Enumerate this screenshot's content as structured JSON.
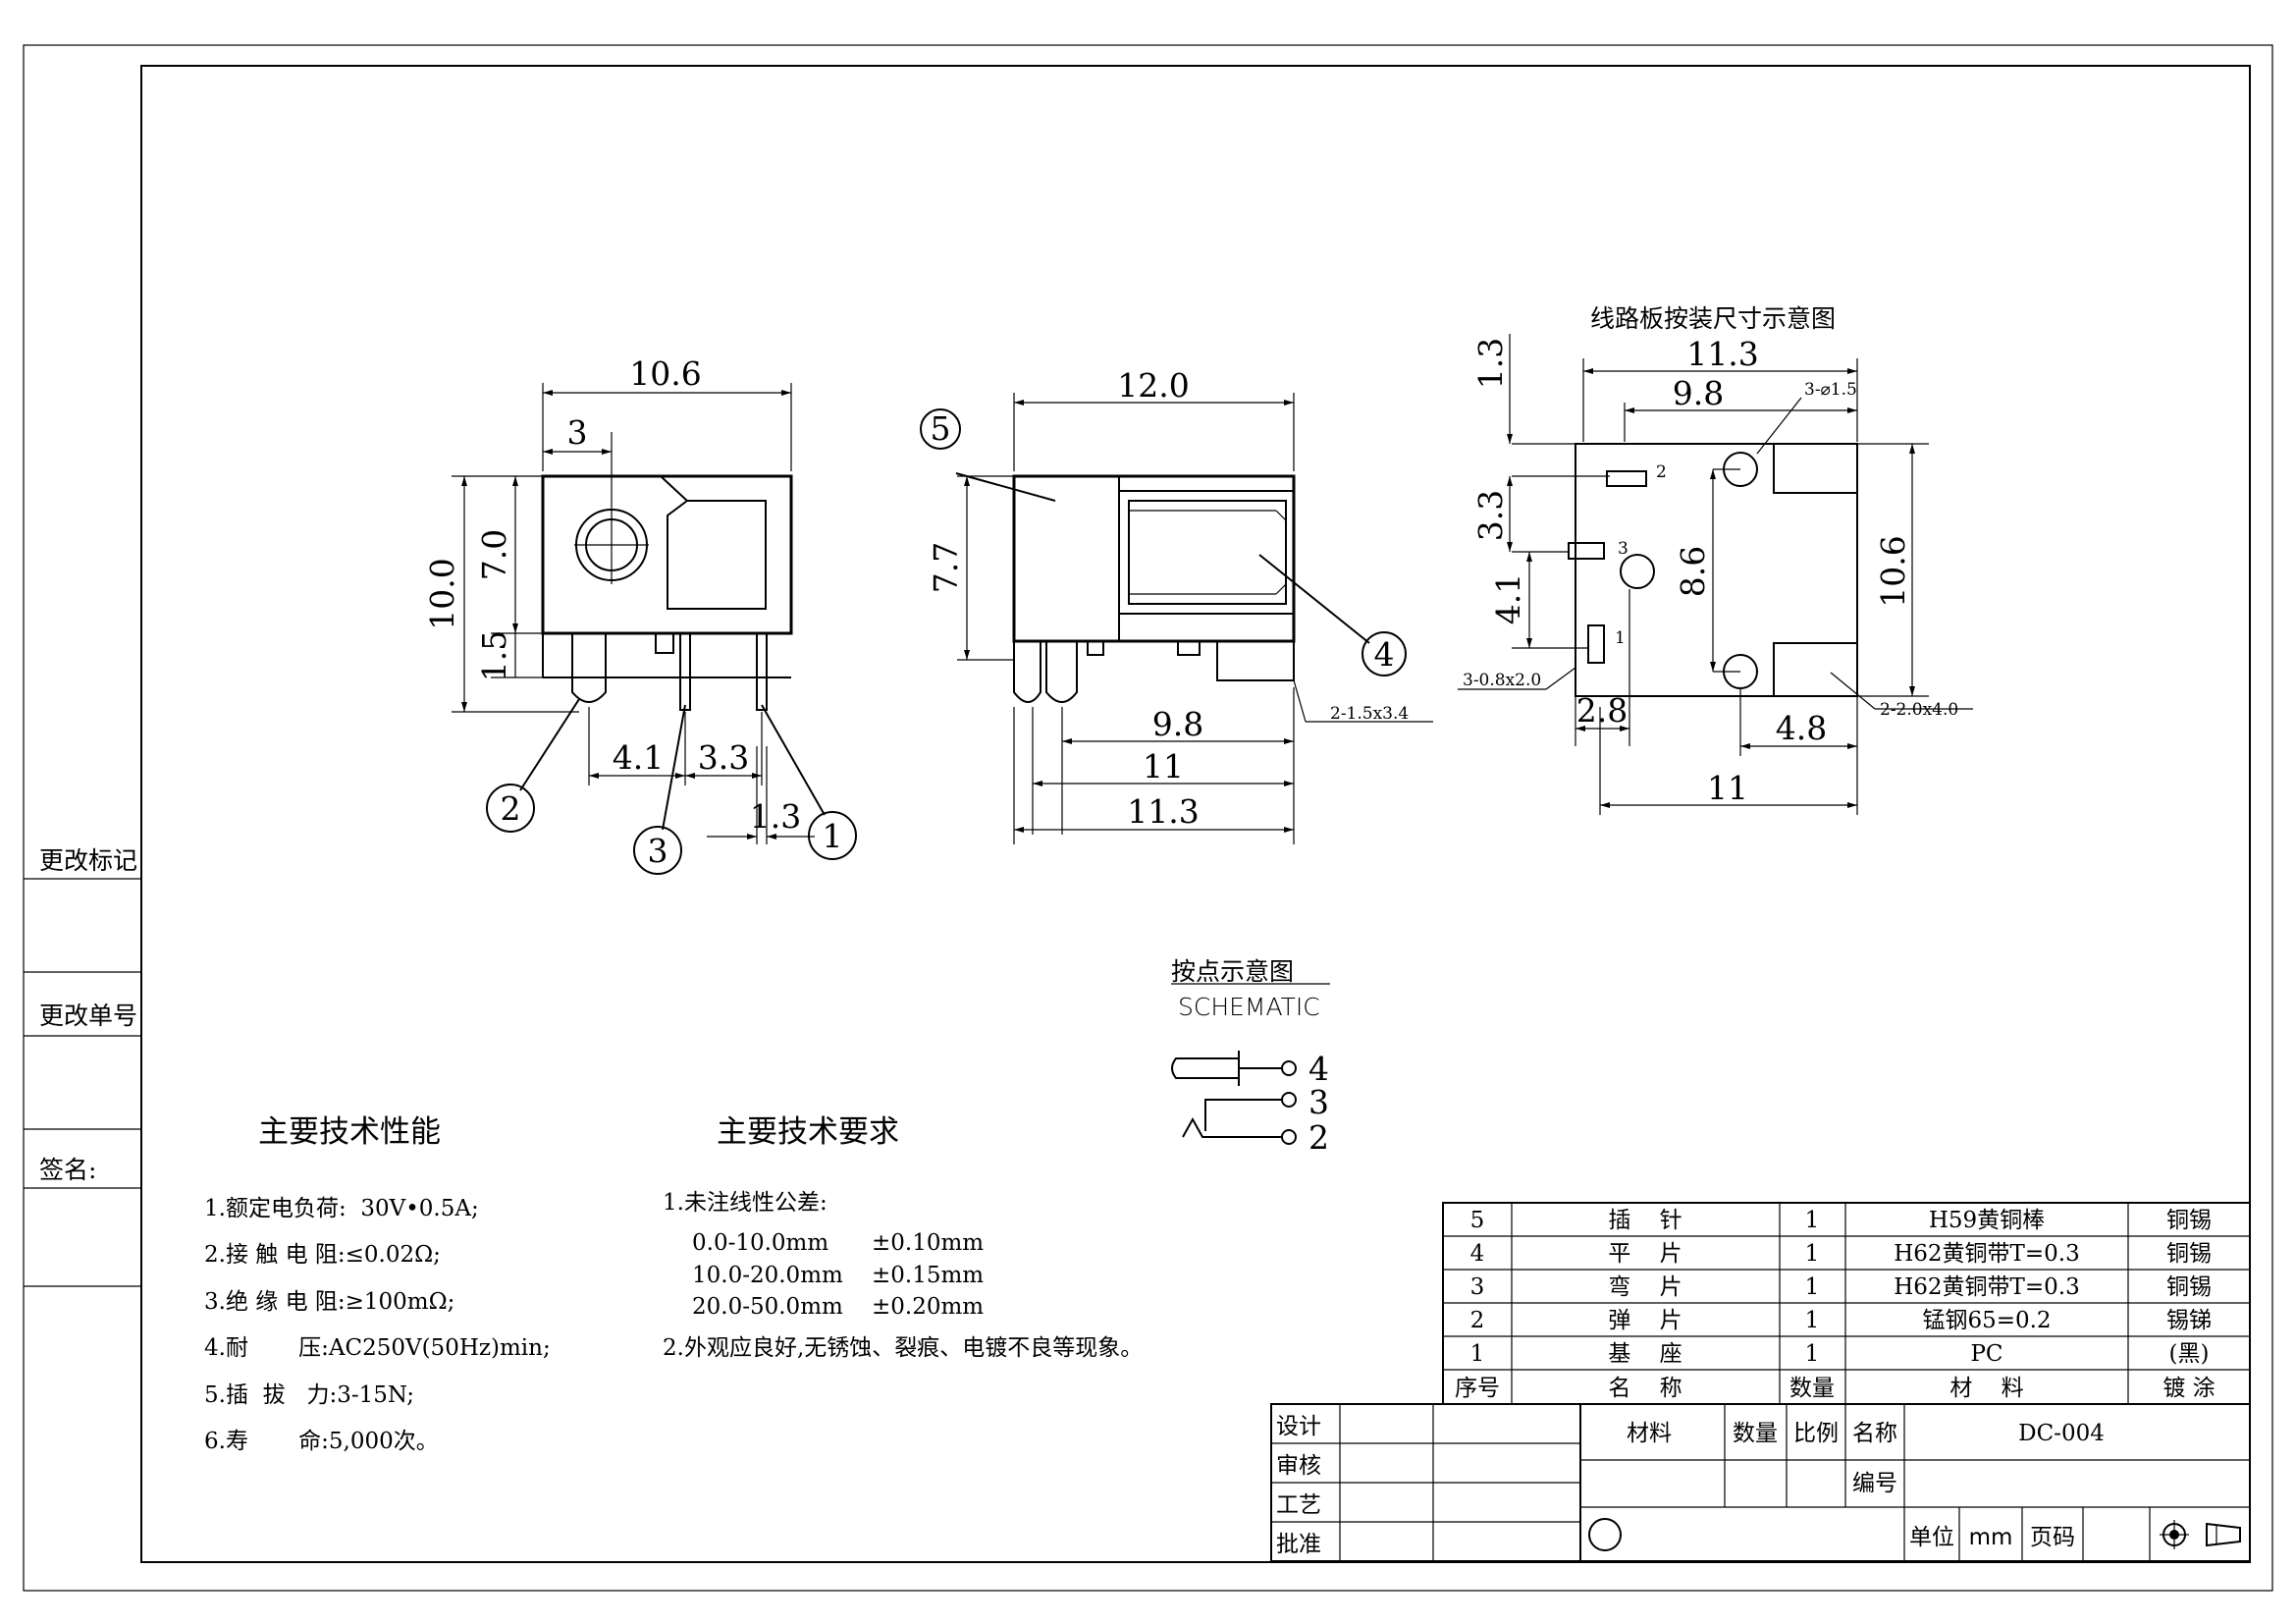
{
  "left_sidebar": {
    "change_mark": "更改标记",
    "change_number": "更改单号",
    "signature": "签名:"
  },
  "front_view": {
    "dims": {
      "width_total": "10.6",
      "hole_offset": "3",
      "height_total": "10.0",
      "height_body": "7.0",
      "pin_offset": "1.5",
      "pin_gap_a": "4.1",
      "pin_gap_b": "3.3",
      "pin_width": "1.3"
    },
    "callouts": {
      "c2": "2",
      "c3": "3",
      "c1": "1"
    }
  },
  "side_view": {
    "dims": {
      "width_total": "12.0",
      "height": "7.7",
      "d1": "9.8",
      "d2": "11",
      "d3": "11.3",
      "slot": "2-1.5x3.4"
    },
    "callouts": {
      "c5": "5",
      "c4": "4"
    }
  },
  "pcb_layout": {
    "title": "线路板按装尺寸示意图",
    "dims": {
      "w113": "11.3",
      "w98": "9.8",
      "hole_spec": "3-⌀1.5",
      "h13": "1.3",
      "h33": "3.3",
      "h41": "4.1",
      "h86": "8.6",
      "h106": "10.6",
      "slot_spec": "3-0.8x2.0",
      "w28": "2.8",
      "w48": "4.8",
      "slot2_spec": "2-2.0x4.0",
      "w11": "11"
    },
    "pin_labels": {
      "p1": "1",
      "p2": "2",
      "p3": "3"
    }
  },
  "schematic": {
    "title_cn": "按点示意图",
    "title_en": "SCHEMATIC",
    "pins": {
      "p4": "4",
      "p3": "3",
      "p2": "2"
    }
  },
  "performance": {
    "title": "主要技术性能",
    "items": [
      "1.额定电负荷:  30V•0.5A;",
      "2.接 触 电 阻:≤0.02Ω;",
      "3.绝 缘 电 阻:≥100mΩ;",
      "4.耐       压:AC250V(50Hz)min;",
      "5.插  拔   力:3-15N;",
      "6.寿       命:5,000次。"
    ]
  },
  "requirements": {
    "title": "主要技术要求",
    "item1": "1.未注线性公差:",
    "tolerances": [
      {
        "range": "0.0-10.0mm",
        "tol": "±0.10mm"
      },
      {
        "range": "10.0-20.0mm",
        "tol": "±0.15mm"
      },
      {
        "range": "20.0-50.0mm",
        "tol": "±0.20mm"
      }
    ],
    "item2": "2.外观应良好,无锈蚀、裂痕、电镀不良等现象。"
  },
  "bom": {
    "rows": [
      {
        "no": "5",
        "name": "插    针",
        "qty": "1",
        "material": "H59黄铜棒",
        "plating": "铜锡"
      },
      {
        "no": "4",
        "name": "平    片",
        "qty": "1",
        "material": "H62黄铜带T=0.3",
        "plating": "铜锡"
      },
      {
        "no": "3",
        "name": "弯    片",
        "qty": "1",
        "material": "H62黄铜带T=0.3",
        "plating": "铜锡"
      },
      {
        "no": "2",
        "name": "弹    片",
        "qty": "1",
        "material": "锰钢65=0.2",
        "plating": "锡锑"
      },
      {
        "no": "1",
        "name": "基    座",
        "qty": "1",
        "material": "PC",
        "plating": "(黑)"
      }
    ],
    "header": {
      "no": "序号",
      "name": "名    称",
      "qty": "数量",
      "material": "材    料",
      "plating": "镀 涂"
    }
  },
  "title_block": {
    "design": "设计",
    "review": "审核",
    "process": "工艺",
    "approve": "批准",
    "material": "材料",
    "quantity": "数量",
    "scale": "比例",
    "name_label": "名称",
    "name_value": "DC-004",
    "code_label": "编号",
    "unit_label": "单位",
    "unit_value": "mm",
    "page_label": "页码"
  }
}
